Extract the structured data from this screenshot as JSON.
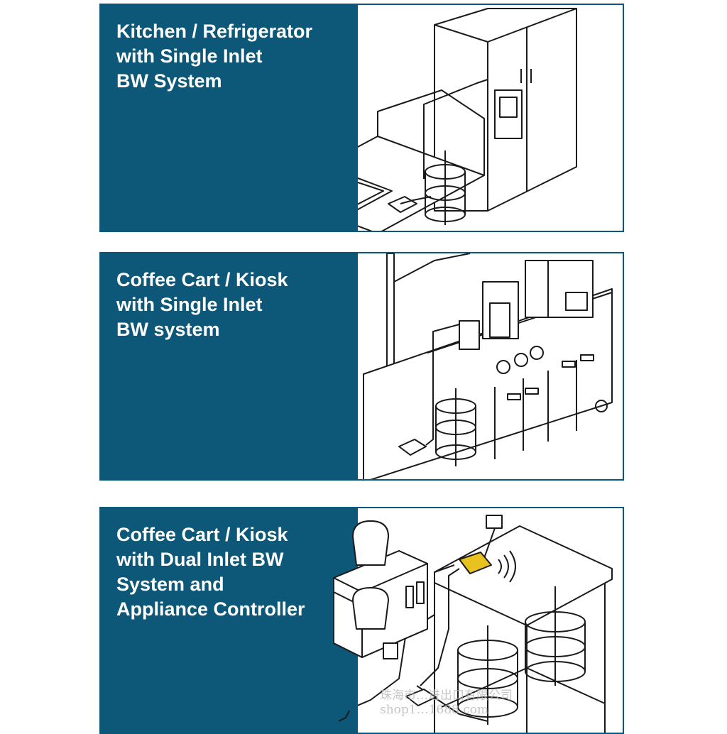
{
  "panels": [
    {
      "title_lines": [
        "Kitchen / Refrigerator",
        "with Single Inlet",
        "BW System"
      ]
    },
    {
      "title_lines": [
        "Coffee Cart / Kiosk",
        "with Single Inlet",
        "BW system"
      ]
    },
    {
      "title_lines": [
        "Coffee Cart / Kiosk",
        "with Dual Inlet BW",
        "System and",
        "Appliance Controller"
      ]
    }
  ],
  "watermark": {
    "line1": "珠海市…进出口有限公司",
    "line2": "shop1…1688.com"
  },
  "colors": {
    "panel_blue": "#0d5778",
    "line_art": "#1a1a1a",
    "controller_yellow": "#e8c21e"
  }
}
